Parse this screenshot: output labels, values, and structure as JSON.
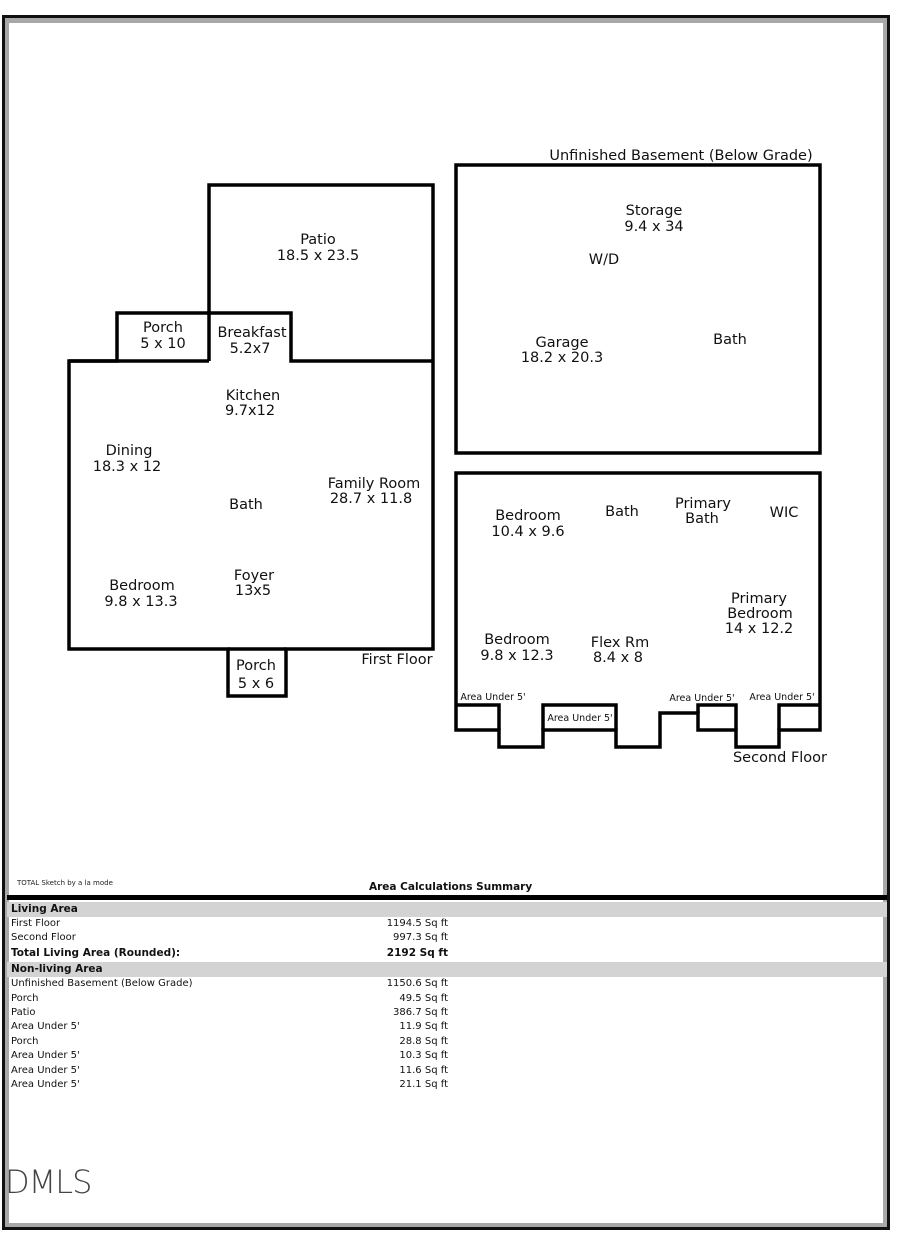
{
  "floor_plans": {
    "first_floor": {
      "label": "First Floor",
      "rooms": [
        {
          "name": "Patio",
          "dims": "18.5 x 23.5"
        },
        {
          "name": "Porch",
          "dims": "5 x 10"
        },
        {
          "name": "Breakfast",
          "dims": "5.2x7"
        },
        {
          "name": "Kitchen",
          "dims": "9.7x12"
        },
        {
          "name": "Dining",
          "dims": "18.3 x 12"
        },
        {
          "name": "Family Room",
          "dims": "28.7 x 11.8"
        },
        {
          "name": "Bath",
          "dims": ""
        },
        {
          "name": "Bedroom",
          "dims": "9.8 x 13.3"
        },
        {
          "name": "Foyer",
          "dims": "13x5"
        },
        {
          "name": "Porch",
          "dims": "5 x 6"
        }
      ]
    },
    "basement": {
      "label": "Unfinished Basement (Below Grade)",
      "rooms": [
        {
          "name": "Storage",
          "dims": "9.4 x 34"
        },
        {
          "name": "W/D",
          "dims": ""
        },
        {
          "name": "Garage",
          "dims": "18.2 x 20.3"
        },
        {
          "name": "Bath",
          "dims": ""
        }
      ]
    },
    "second_floor": {
      "label": "Second Floor",
      "rooms": [
        {
          "name": "Bedroom",
          "dims": "10.4 x 9.6"
        },
        {
          "name": "Bath",
          "dims": ""
        },
        {
          "name": "Primary",
          "name2": "Bath",
          "dims": ""
        },
        {
          "name": "WIC",
          "dims": ""
        },
        {
          "name": "Primary",
          "name2": "Bedroom",
          "dims": "14 x 12.2"
        },
        {
          "name": "Bedroom",
          "dims": "9.8 x 12.3"
        },
        {
          "name": "Flex Rm",
          "dims": "8.4 x 8"
        }
      ],
      "area_under_labels": [
        "Area Under 5'",
        "Area Under 5'",
        "Area Under 5'",
        "Area Under 5'"
      ]
    }
  },
  "summary": {
    "credit": "TOTAL Sketch by a la mode",
    "title": "Area Calculations Summary",
    "living": {
      "heading": "Living Area",
      "rows": [
        {
          "label": "First Floor",
          "value": "1194.5 Sq ft"
        },
        {
          "label": "Second Floor",
          "value": "997.3 Sq ft"
        }
      ],
      "total": {
        "label": "Total Living Area (Rounded):",
        "value": "2192 Sq ft"
      }
    },
    "non_living": {
      "heading": "Non-living Area",
      "rows": [
        {
          "label": "Unfinished Basement (Below Grade)",
          "value": "1150.6 Sq ft"
        },
        {
          "label": "Porch",
          "value": "49.5 Sq ft"
        },
        {
          "label": "Patio",
          "value": "386.7 Sq ft"
        },
        {
          "label": "Area Under 5'",
          "value": "11.9 Sq ft"
        },
        {
          "label": "Porch",
          "value": "28.8 Sq ft"
        },
        {
          "label": "Area Under 5'",
          "value": "10.3 Sq ft"
        },
        {
          "label": "Area Under 5'",
          "value": "11.6 Sq ft"
        },
        {
          "label": "Area Under 5'",
          "value": "21.1 Sq ft"
        }
      ]
    }
  },
  "watermark": "DMLS"
}
